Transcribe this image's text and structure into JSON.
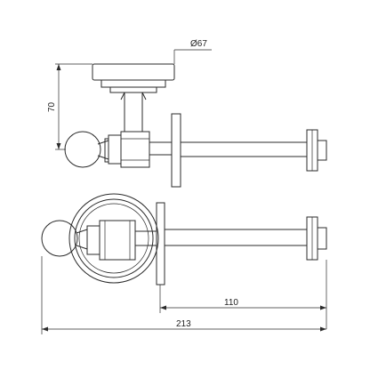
{
  "drawing": {
    "views": [
      "side-view",
      "front-view"
    ],
    "dimensions": {
      "diameter": "Ø67",
      "height": "70",
      "projection": "110",
      "overall_width": "213"
    },
    "colors": {
      "line": "#2b2b2b",
      "background": "#ffffff"
    }
  }
}
